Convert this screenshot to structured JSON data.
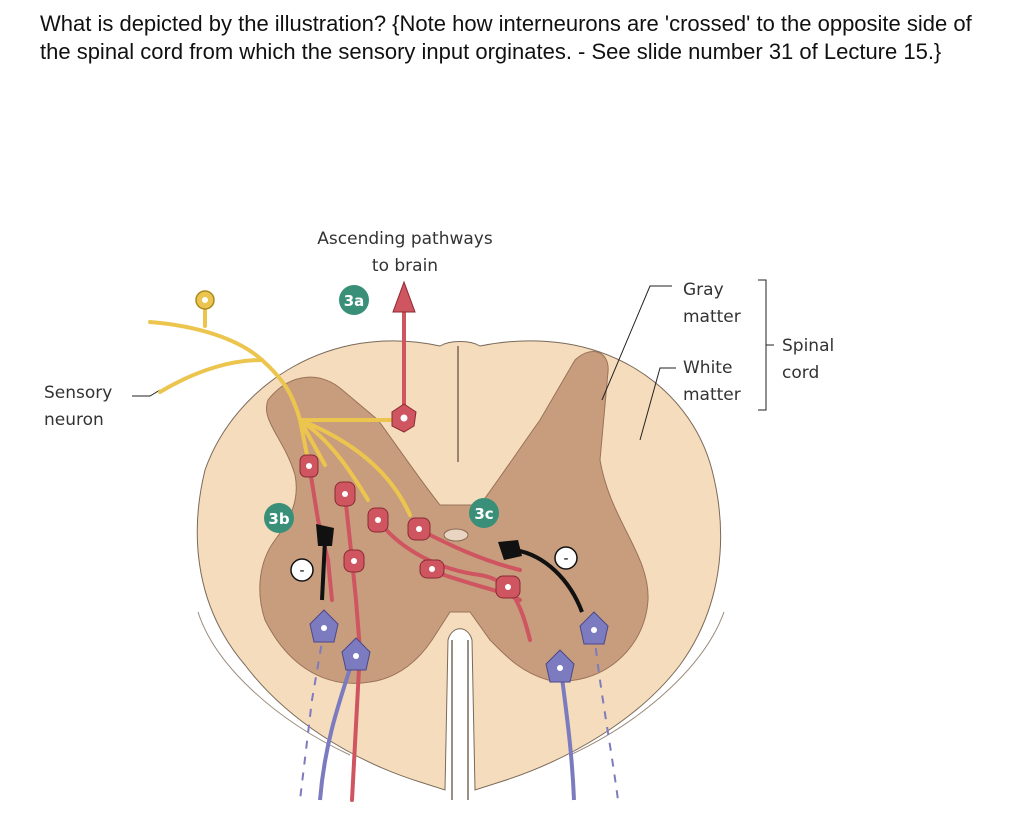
{
  "question": {
    "text": "What is depicted by the illustration? {Note how interneurons are 'crossed' to the opposite side of the spinal cord from which the sensory input orginates. - See slide number 31 of Lecture 15.}"
  },
  "figure": {
    "labels": {
      "ascending_line1": "Ascending pathways",
      "ascending_line2": "to brain",
      "gray_line1": "Gray",
      "gray_line2": "matter",
      "white_line1": "White",
      "white_line2": "matter",
      "spinal_line1": "Spinal",
      "spinal_line2": "cord",
      "sensory_line1": "Sensory",
      "sensory_line2": "neuron"
    },
    "badges": {
      "a": "3a",
      "b": "3b",
      "c": "3c"
    },
    "inhibitory_sign": "-",
    "colors": {
      "white_matter": "#f5dcbc",
      "gray_matter": "#c79d7e",
      "sensory_neuron": "#ecc54e",
      "interneuron": "#cf5560",
      "motor_neuron": "#7d7bbf",
      "inhibitory_interneuron": "#111111",
      "badge": "#3a8f79"
    }
  }
}
